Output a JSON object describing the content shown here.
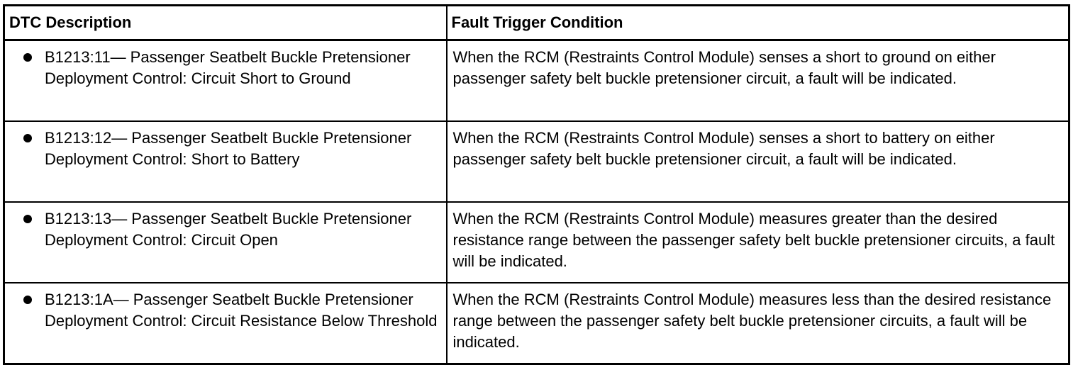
{
  "table": {
    "headers": [
      "DTC Description",
      "Fault Trigger Condition"
    ],
    "rows": [
      {
        "description": "B1213:11— Passenger Seatbelt Buckle Pretensioner Deployment Control: Circuit Short to Ground",
        "condition": "When the RCM (Restraints Control Module) senses a short to ground on either passenger safety belt buckle pretensioner circuit, a fault will be indicated."
      },
      {
        "description": "B1213:12— Passenger Seatbelt Buckle Pretensioner Deployment Control: Short to Battery",
        "condition": "When the RCM (Restraints Control Module) senses a short to battery on either passenger safety belt buckle pretensioner circuit, a fault will be indicated."
      },
      {
        "description": "B1213:13— Passenger Seatbelt Buckle Pretensioner Deployment Control: Circuit Open",
        "condition": "When the RCM (Restraints Control Module) measures greater than the desired resistance range between the passenger safety belt buckle pretensioner circuits, a fault will be indicated."
      },
      {
        "description": "B1213:1A— Passenger Seatbelt Buckle Pretensioner Deployment Control: Circuit Resistance Below Threshold",
        "condition": "When the RCM (Restraints Control Module) measures less than the desired resistance range between the passenger safety belt buckle pretensioner circuits, a fault will be indicated."
      }
    ]
  }
}
